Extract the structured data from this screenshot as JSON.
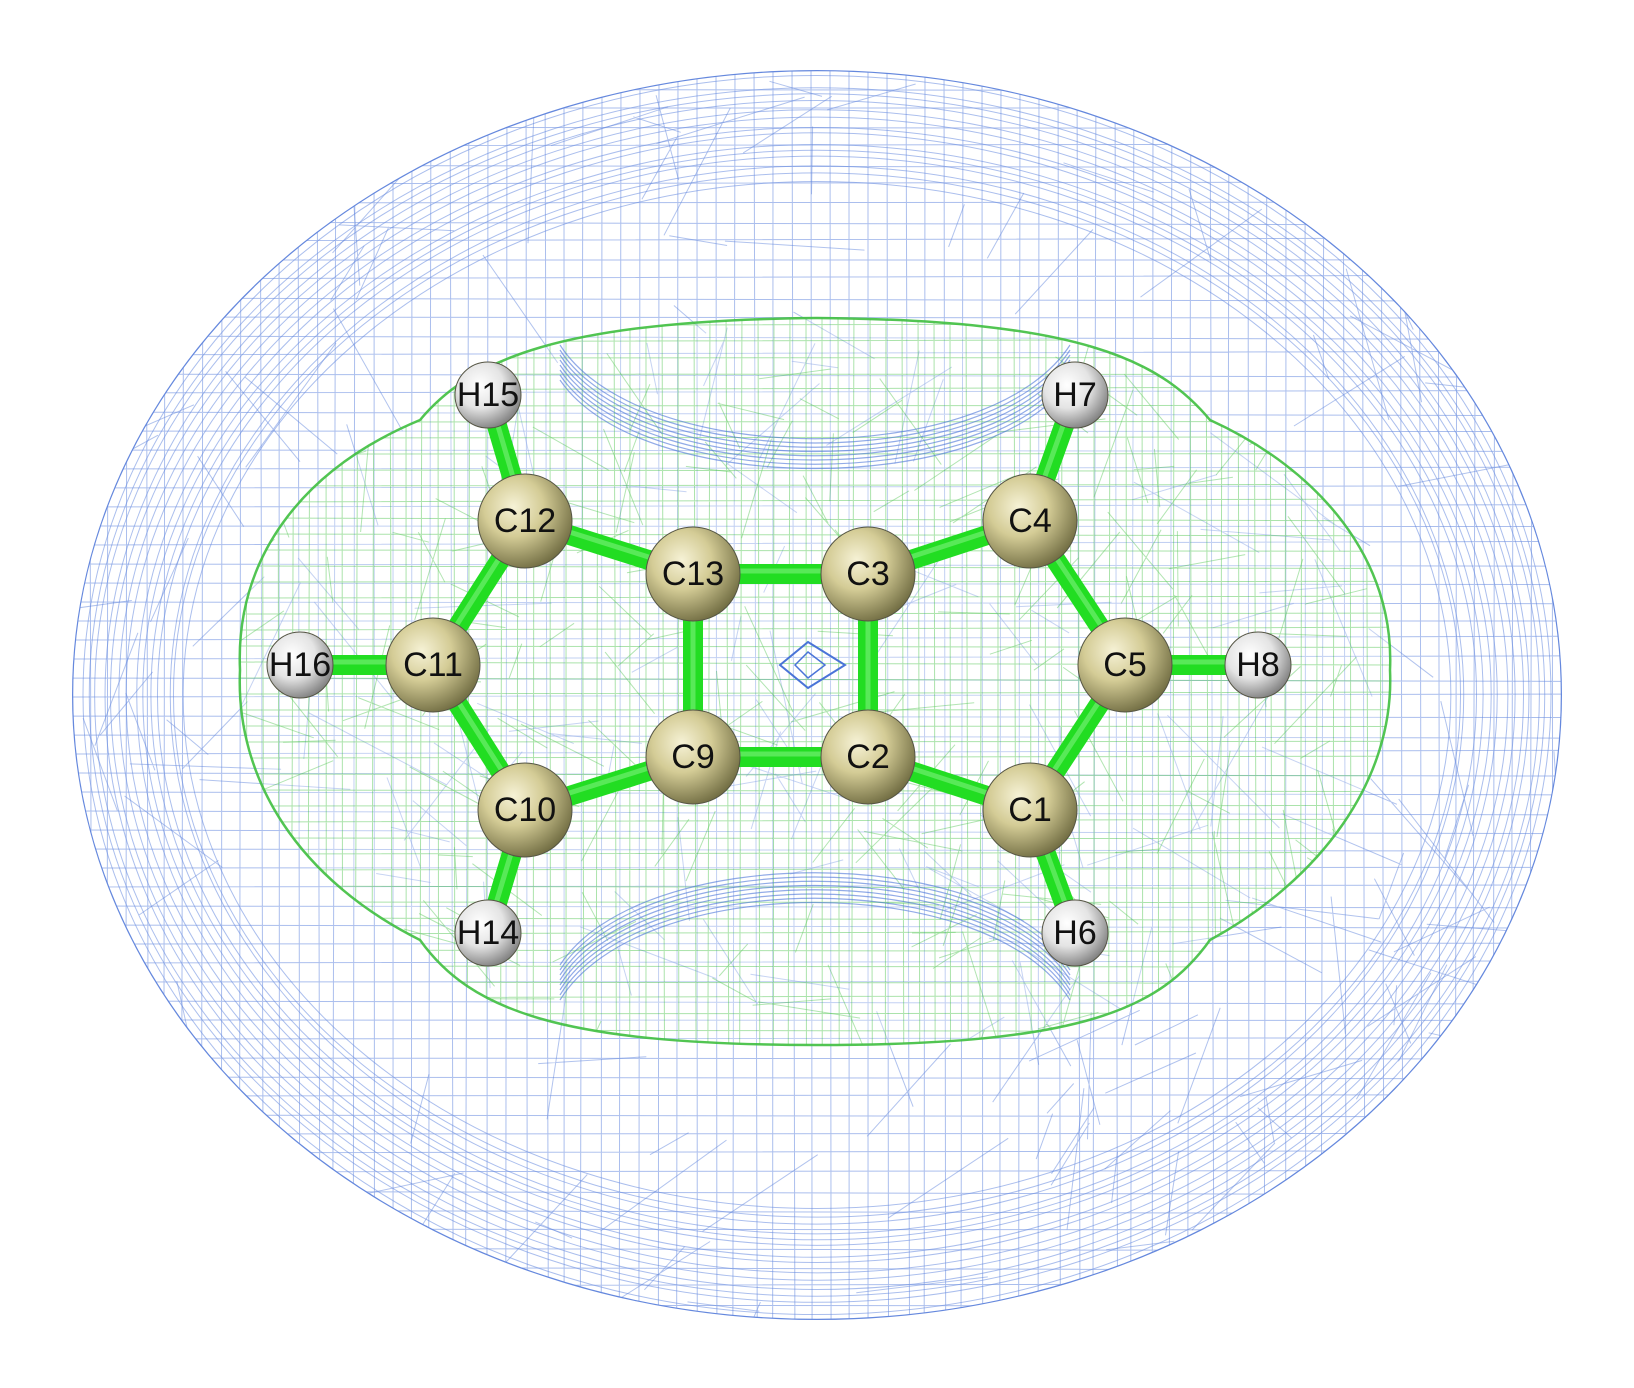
{
  "molecule": {
    "atoms": [
      {
        "id": "C1",
        "element": "C"
      },
      {
        "id": "C2",
        "element": "C"
      },
      {
        "id": "C3",
        "element": "C"
      },
      {
        "id": "C4",
        "element": "C"
      },
      {
        "id": "C5",
        "element": "C"
      },
      {
        "id": "H6",
        "element": "H"
      },
      {
        "id": "H7",
        "element": "H"
      },
      {
        "id": "H8",
        "element": "H"
      },
      {
        "id": "C9",
        "element": "C"
      },
      {
        "id": "C10",
        "element": "C"
      },
      {
        "id": "C11",
        "element": "C"
      },
      {
        "id": "C12",
        "element": "C"
      },
      {
        "id": "C13",
        "element": "C"
      },
      {
        "id": "H14",
        "element": "H"
      },
      {
        "id": "H15",
        "element": "H"
      },
      {
        "id": "H16",
        "element": "H"
      }
    ],
    "bonds": [
      [
        "C12",
        "H15"
      ],
      [
        "C12",
        "C13"
      ],
      [
        "C12",
        "C11"
      ],
      [
        "C11",
        "H16"
      ],
      [
        "C11",
        "C10"
      ],
      [
        "C10",
        "H14"
      ],
      [
        "C10",
        "C9"
      ],
      [
        "C9",
        "C13"
      ],
      [
        "C9",
        "C2"
      ],
      [
        "C13",
        "C3"
      ],
      [
        "C3",
        "C2"
      ],
      [
        "C3",
        "C4"
      ],
      [
        "C4",
        "H7"
      ],
      [
        "C4",
        "C5"
      ],
      [
        "C5",
        "H8"
      ],
      [
        "C5",
        "C1"
      ],
      [
        "C1",
        "H6"
      ],
      [
        "C1",
        "C2"
      ]
    ]
  },
  "colors": {
    "background": "#ffffff",
    "outer_isosurface": "#4a74d8",
    "inner_isosurface": "#3fbf3f",
    "bond": "#22dd22",
    "carbon": "#d4cc96",
    "hydrogen": "#e6e6e6",
    "label": "#111111",
    "center_marker": "#4a74d8"
  }
}
